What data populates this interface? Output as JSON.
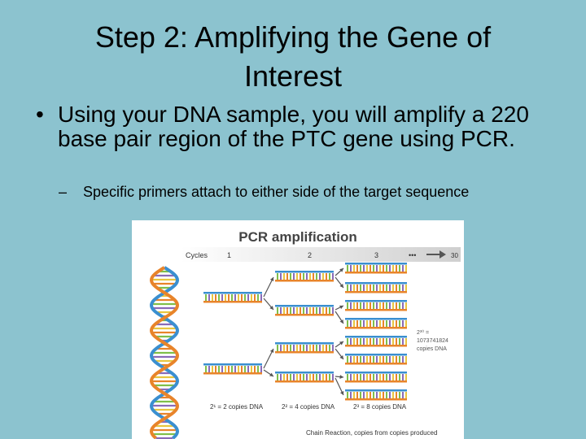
{
  "slide": {
    "title_line1": "Step 2: Amplifying the Gene of",
    "title_line2": "Interest",
    "bullet_mark": "•",
    "bullet_text": "Using your DNA sample, you will amplify a 220 base pair region of the PTC gene using PCR.",
    "sub_mark": "–",
    "sub_text": "Specific primers attach to either side of the target sequence"
  },
  "figure": {
    "title": "PCR amplification",
    "cycles_label": "Cycles",
    "cycle_1": "1",
    "cycle_2": "2",
    "cycle_3": "3",
    "cycle_more": "•••",
    "cycle_end": "30",
    "caption_1": "2¹ = 2 copies DNA",
    "caption_2": "2² = 4 copies DNA",
    "caption_3": "2³ = 8 copies DNA",
    "caption_30_a": "2³⁰ =",
    "caption_30_b": "1073741824",
    "caption_30_c": "copies DNA",
    "footer": "Chain Reaction, copies from copies produced",
    "colors": {
      "strand_orange": "#e8842a",
      "strand_blue": "#3a8fd0",
      "rung_green": "#7fbf4a",
      "rung_purple": "#8a6bb8",
      "rung_yellow": "#e8c640",
      "arrow_gray": "#555555"
    }
  }
}
